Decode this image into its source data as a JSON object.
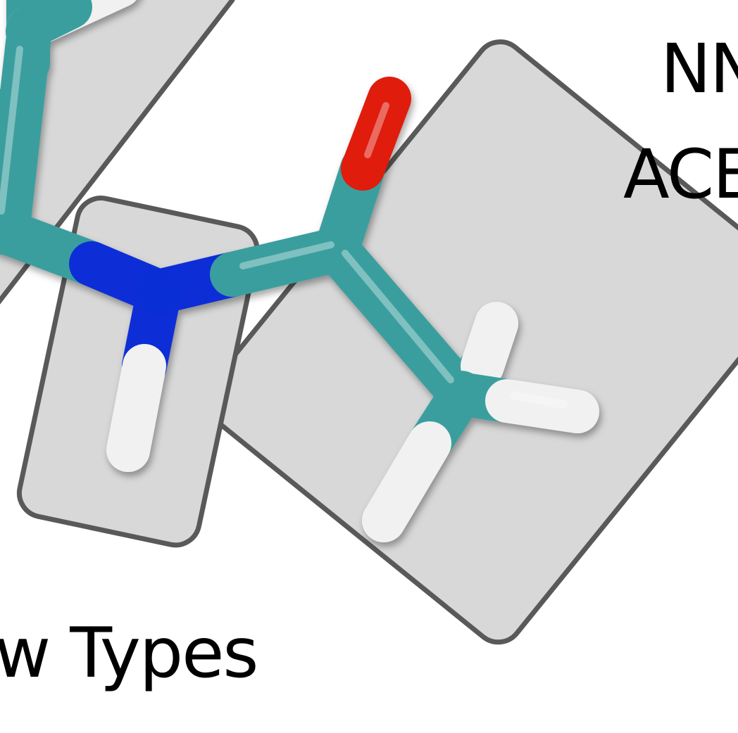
{
  "labels": {
    "top_line_1": "NN",
    "top_line_2": "ACE",
    "bottom": "w Types"
  },
  "colors": {
    "group_fill": "#d8d8d8",
    "group_stroke": "#595959",
    "carbon": "#3a9e9e",
    "nitrogen": "#0a2ed6",
    "oxygen": "#e01c0c",
    "hydrogen": "#f1f1f1"
  },
  "atoms": [
    "carbon",
    "carbon",
    "carbon",
    "nitrogen",
    "carbon",
    "oxygen",
    "carbon",
    "hydrogen",
    "hydrogen",
    "hydrogen",
    "hydrogen",
    "hydrogen"
  ]
}
